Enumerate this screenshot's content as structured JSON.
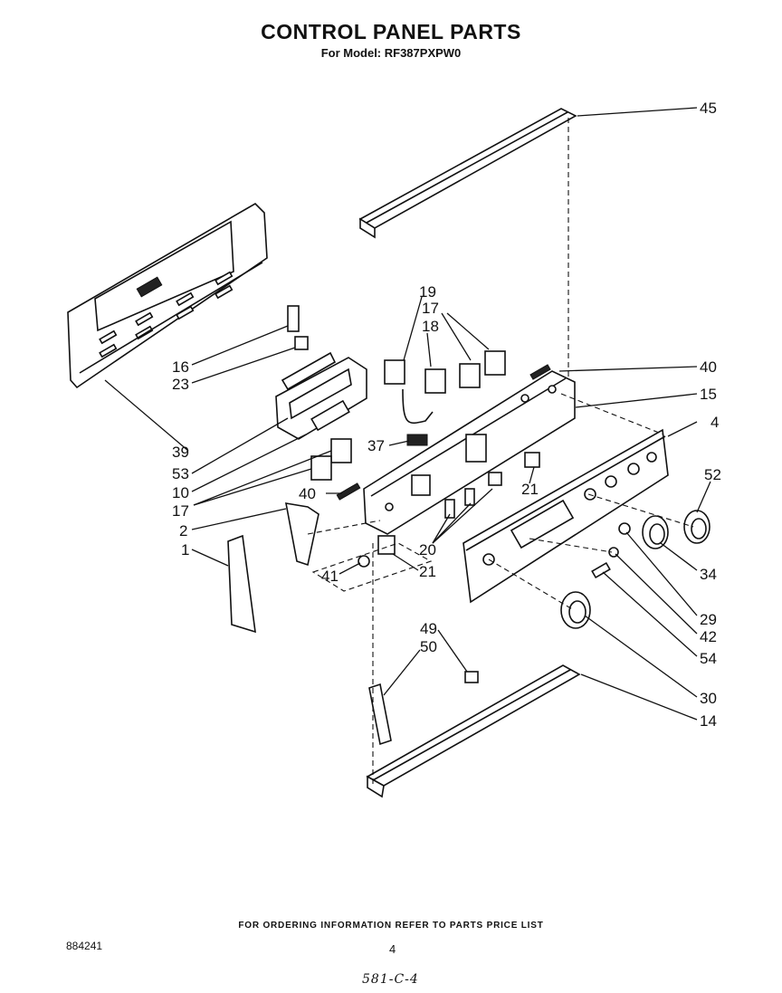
{
  "header": {
    "title": "CONTROL PANEL PARTS",
    "subtitle": "For Model: RF387PXPW0"
  },
  "callouts": [
    {
      "id": "c45",
      "text": "45"
    },
    {
      "id": "c19",
      "text": "19"
    },
    {
      "id": "c17a",
      "text": "17"
    },
    {
      "id": "c18",
      "text": "18"
    },
    {
      "id": "c40a",
      "text": "40"
    },
    {
      "id": "c16",
      "text": "16"
    },
    {
      "id": "c23",
      "text": "23"
    },
    {
      "id": "c15",
      "text": "15"
    },
    {
      "id": "c4",
      "text": "4"
    },
    {
      "id": "c39",
      "text": "39"
    },
    {
      "id": "c37",
      "text": "37"
    },
    {
      "id": "c53",
      "text": "53"
    },
    {
      "id": "c52",
      "text": "52"
    },
    {
      "id": "c10",
      "text": "10"
    },
    {
      "id": "c21a",
      "text": "21"
    },
    {
      "id": "c17b",
      "text": "17"
    },
    {
      "id": "c40b",
      "text": "40"
    },
    {
      "id": "c2",
      "text": "2"
    },
    {
      "id": "c20",
      "text": "20"
    },
    {
      "id": "c34",
      "text": "34"
    },
    {
      "id": "c1",
      "text": "1"
    },
    {
      "id": "c41",
      "text": "41"
    },
    {
      "id": "c21b",
      "text": "21"
    },
    {
      "id": "c29",
      "text": "29"
    },
    {
      "id": "c42",
      "text": "42"
    },
    {
      "id": "c49",
      "text": "49"
    },
    {
      "id": "c54",
      "text": "54"
    },
    {
      "id": "c50",
      "text": "50"
    },
    {
      "id": "c30",
      "text": "30"
    },
    {
      "id": "c14",
      "text": "14"
    }
  ],
  "footer": {
    "note": "FOR ORDERING INFORMATION REFER TO PARTS PRICE LIST",
    "doc_number": "884241",
    "page_number": "4",
    "handwritten": "581-C-4"
  }
}
